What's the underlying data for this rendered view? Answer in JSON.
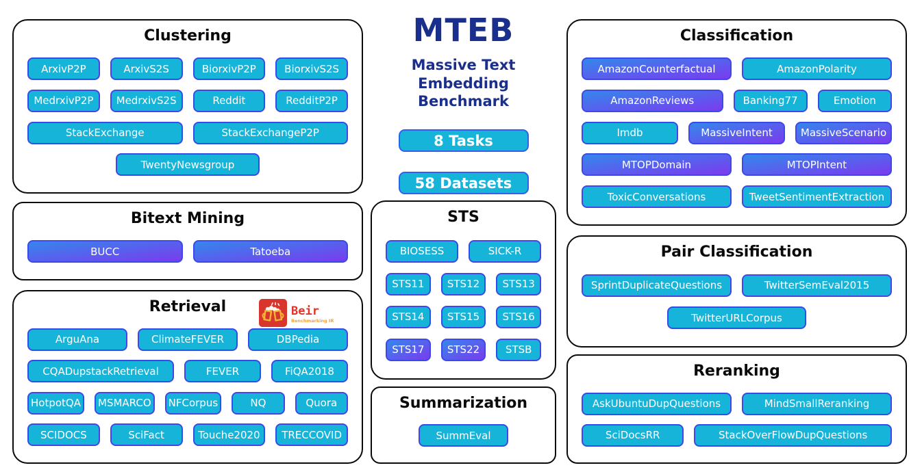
{
  "header": {
    "title": "MTEB",
    "subtitle_lines": [
      "Massive Text",
      "Embedding Benchmark"
    ],
    "badges": [
      {
        "label": "8 Tasks"
      },
      {
        "label": "58 Datasets"
      }
    ]
  },
  "colors": {
    "pill_cyan": "#17b4da",
    "pill_border": "#3c48e8",
    "badge_border": "#2f62ea",
    "gradient_start": "#3487ec",
    "gradient_end": "#7a3bee",
    "navy": "#1a2e8c"
  },
  "beir_logo": {
    "name": "Beir",
    "subtitle": "Benchmarking IR",
    "icon": "beer-mugs-icon"
  },
  "boxes": {
    "clustering": {
      "title": "Clustering",
      "rows": [
        [
          {
            "label": "ArxivP2P"
          },
          {
            "label": "ArxivS2S"
          },
          {
            "label": "BiorxivP2P"
          },
          {
            "label": "BiorxivS2S"
          }
        ],
        [
          {
            "label": "MedrxivP2P"
          },
          {
            "label": "MedrxivS2S"
          },
          {
            "label": "Reddit"
          },
          {
            "label": "RedditP2P"
          }
        ],
        [
          {
            "label": "StackExchange"
          },
          {
            "label": "StackExchangeP2P"
          }
        ],
        [
          {
            "label": "TwentyNewsgroup",
            "solo": true
          }
        ]
      ]
    },
    "bitext_mining": {
      "title": "Bitext Mining",
      "rows": [
        [
          {
            "label": "BUCC",
            "variant": "gradient"
          },
          {
            "label": "Tatoeba",
            "variant": "gradient"
          }
        ]
      ]
    },
    "retrieval": {
      "title": "Retrieval",
      "rows": [
        [
          {
            "label": "ArguAna"
          },
          {
            "label": "ClimateFEVER"
          },
          {
            "label": "DBPedia"
          }
        ],
        [
          {
            "label": "CQADupstackRetrieval",
            "flex": 2
          },
          {
            "label": "FEVER"
          },
          {
            "label": "FiQA2018"
          }
        ],
        [
          {
            "label": "HotpotQA"
          },
          {
            "label": "MSMARCO"
          },
          {
            "label": "NFCorpus"
          },
          {
            "label": "NQ"
          },
          {
            "label": "Quora"
          }
        ],
        [
          {
            "label": "SCIDOCS"
          },
          {
            "label": "SciFact"
          },
          {
            "label": "Touche2020"
          },
          {
            "label": "TRECCOVID"
          }
        ]
      ]
    },
    "sts": {
      "title": "STS",
      "rows": [
        [
          {
            "label": "BIOSESS"
          },
          {
            "label": "SICK-R"
          }
        ],
        [
          {
            "label": "STS11"
          },
          {
            "label": "STS12"
          },
          {
            "label": "STS13"
          }
        ],
        [
          {
            "label": "STS14"
          },
          {
            "label": "STS15"
          },
          {
            "label": "STS16"
          }
        ],
        [
          {
            "label": "STS17",
            "variant": "gradient"
          },
          {
            "label": "STS22",
            "variant": "gradient"
          },
          {
            "label": "STSB"
          }
        ]
      ]
    },
    "summarization": {
      "title": "Summarization",
      "rows": [
        [
          {
            "label": "SummEval",
            "solo": true
          }
        ]
      ]
    },
    "classification": {
      "title": "Classification",
      "rows": [
        [
          {
            "label": "AmazonCounterfactual",
            "variant": "gradient"
          },
          {
            "label": "AmazonPolarity"
          }
        ],
        [
          {
            "label": "AmazonReviews",
            "variant": "gradient",
            "flex": 2
          },
          {
            "label": "Banking77"
          },
          {
            "label": "Emotion"
          }
        ],
        [
          {
            "label": "Imdb"
          },
          {
            "label": "MassiveIntent",
            "variant": "gradient"
          },
          {
            "label": "MassiveScenario",
            "variant": "gradient"
          }
        ],
        [
          {
            "label": "MTOPDomain",
            "variant": "gradient"
          },
          {
            "label": "MTOPIntent",
            "variant": "gradient"
          }
        ],
        [
          {
            "label": "ToxicConversations"
          },
          {
            "label": "TweetSentimentExtraction"
          }
        ]
      ]
    },
    "pair_classification": {
      "title": "Pair Classification",
      "rows": [
        [
          {
            "label": "SprintDuplicateQuestions"
          },
          {
            "label": "TwitterSemEval2015"
          }
        ],
        [
          {
            "label": "TwitterURLCorpus",
            "solo": true
          }
        ]
      ]
    },
    "reranking": {
      "title": "Reranking",
      "rows": [
        [
          {
            "label": "AskUbuntuDupQuestions"
          },
          {
            "label": "MindSmallReranking"
          }
        ],
        [
          {
            "label": "SciDocsRR"
          },
          {
            "label": "StackOverFlowDupQuestions",
            "flex": 2
          }
        ]
      ]
    }
  }
}
